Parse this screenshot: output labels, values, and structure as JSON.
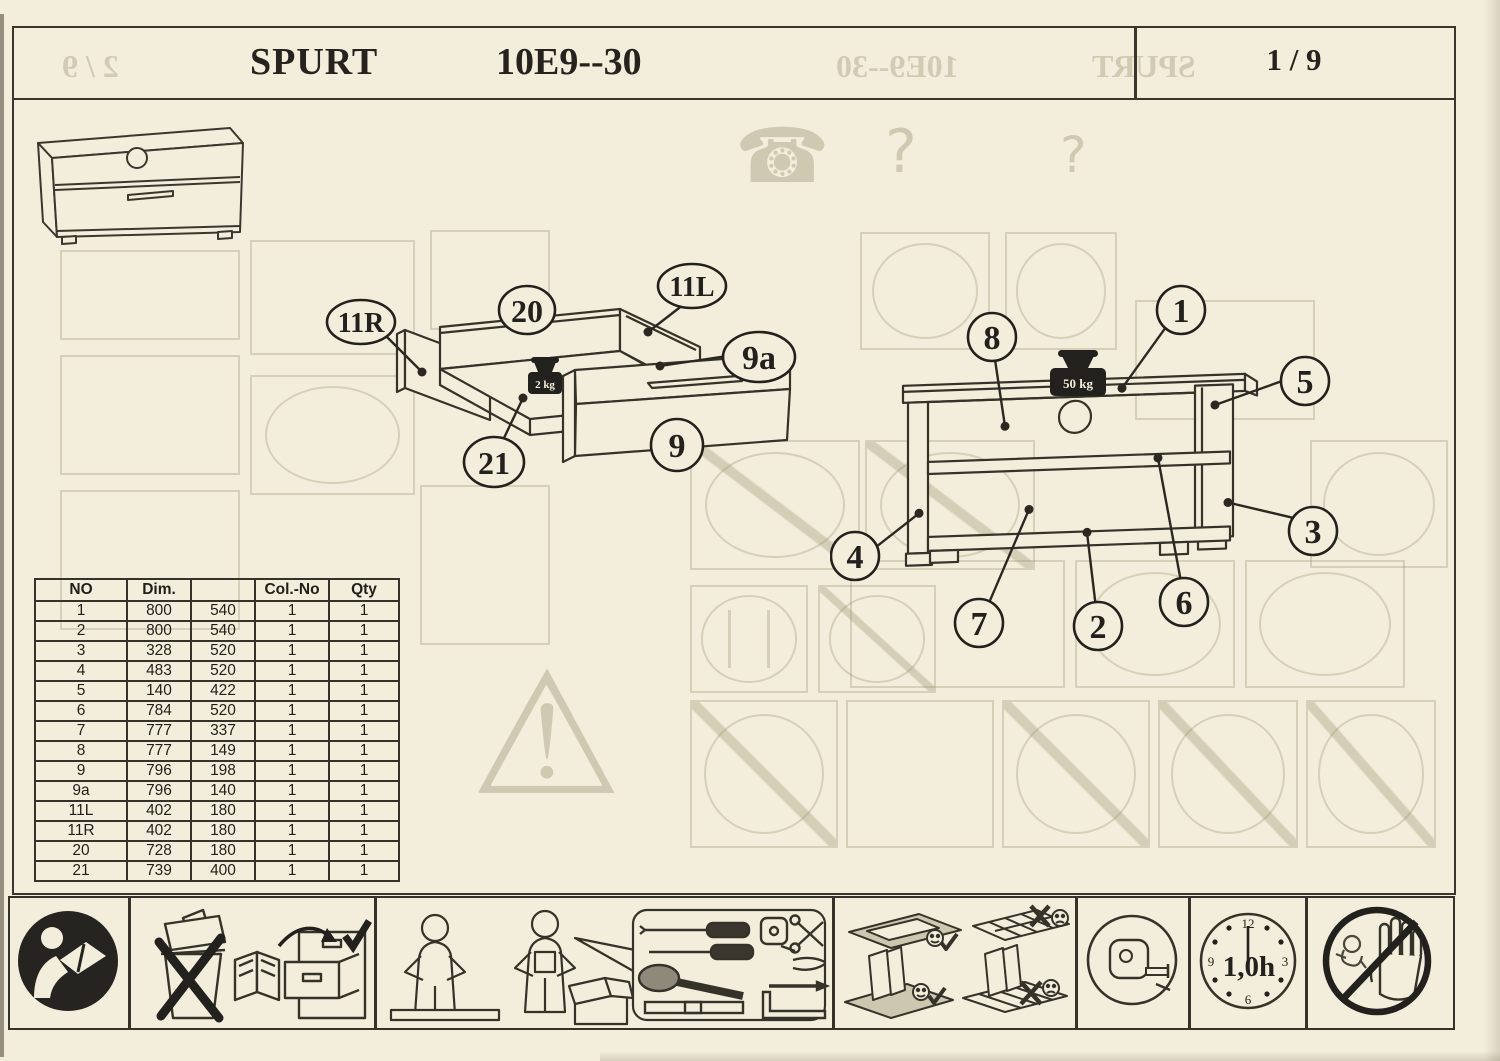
{
  "header": {
    "product": "SPURT",
    "model": "10E9--30",
    "page_indicator": "1 / 9"
  },
  "ghost_text": {
    "page": "2 / 9",
    "model": "10E9--30",
    "product": "SPURT"
  },
  "parts_table": {
    "headers": [
      "NO",
      "Dim.",
      "",
      "Col.-No",
      "Qty"
    ],
    "rows": [
      [
        "1",
        "800",
        "540",
        "1",
        "1"
      ],
      [
        "2",
        "800",
        "540",
        "1",
        "1"
      ],
      [
        "3",
        "328",
        "520",
        "1",
        "1"
      ],
      [
        "4",
        "483",
        "520",
        "1",
        "1"
      ],
      [
        "5",
        "140",
        "422",
        "1",
        "1"
      ],
      [
        "6",
        "784",
        "520",
        "1",
        "1"
      ],
      [
        "7",
        "777",
        "337",
        "1",
        "1"
      ],
      [
        "8",
        "777",
        "149",
        "1",
        "1"
      ],
      [
        "9",
        "796",
        "198",
        "1",
        "1"
      ],
      [
        "9a",
        "796",
        "140",
        "1",
        "1"
      ],
      [
        "11L",
        "402",
        "180",
        "1",
        "1"
      ],
      [
        "11R",
        "402",
        "180",
        "1",
        "1"
      ],
      [
        "20",
        "728",
        "180",
        "1",
        "1"
      ],
      [
        "21",
        "739",
        "400",
        "1",
        "1"
      ]
    ]
  },
  "drawer_diagram": {
    "weight_label": "2 kg",
    "callouts": {
      "c11R": "11R",
      "c20": "20",
      "c11L": "11L",
      "c9a": "9a",
      "c9": "9",
      "c21": "21"
    }
  },
  "cabinet_diagram": {
    "weight_label": "50 kg",
    "callouts": {
      "c1": "1",
      "c2": "2",
      "c3": "3",
      "c4": "4",
      "c5": "5",
      "c6": "6",
      "c7": "7",
      "c8": "8"
    }
  },
  "footer": {
    "assembly_time": "1,0h",
    "clock_numerals": {
      "n12": "12",
      "n3": "3",
      "n6": "6",
      "n9": "9"
    },
    "icon_names": [
      "read-manual",
      "do-not-discard-manual-keep-in-drawer",
      "two-person-assembly-tools",
      "assemble-on-soft-surface",
      "tape-measure",
      "assembly-time-clock",
      "keep-children-away"
    ]
  },
  "colors": {
    "paper": "#f3eedb",
    "ink": "#35322a",
    "icon_black": "#23211d"
  }
}
